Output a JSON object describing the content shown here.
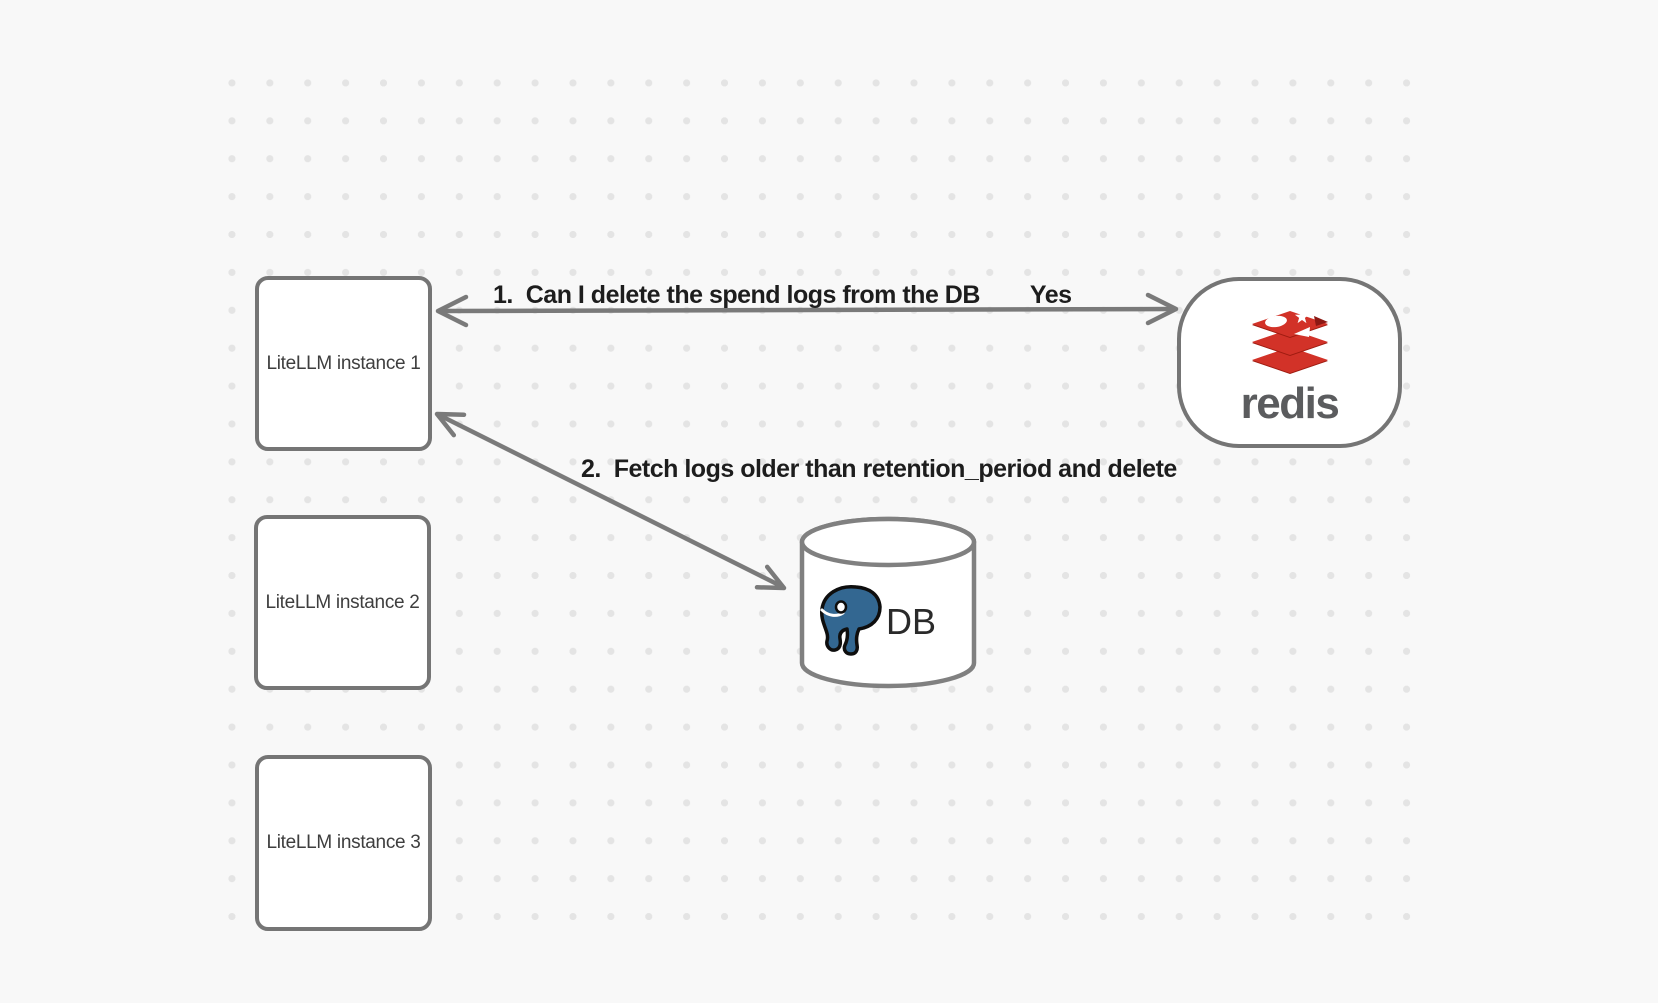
{
  "diagram": {
    "background_color": "#f8f8f8",
    "grid_dot_color": "#e4e4e4",
    "shape_stroke_color": "#757575",
    "arrow_color": "#7a7a7a",
    "label_text_color": "#1d1d1d",
    "nodes": [
      {
        "id": "litellm1",
        "type": "rectangle",
        "label": "LiteLLM instance 1"
      },
      {
        "id": "litellm2",
        "type": "rectangle",
        "label": "LiteLLM instance 2"
      },
      {
        "id": "litellm3",
        "type": "rectangle",
        "label": "LiteLLM instance 3"
      },
      {
        "id": "redis",
        "type": "rounded-container",
        "label": "redis",
        "icon": "redis-stack-icon",
        "brand_red": "#D23228",
        "brand_dark_red": "#9E1B10",
        "wordmark_color": "#5B5C5E"
      },
      {
        "id": "db",
        "type": "cylinder",
        "label": "DB",
        "icon": "postgresql-elephant-icon",
        "elephant_blue": "#336791",
        "outline_black": "#0e0e0e"
      }
    ],
    "arrows": [
      {
        "id": "arrow1",
        "from": "redis",
        "to": "litellm1",
        "style": "double-headed",
        "label": "1.  Can I delete the spend logs from the DB",
        "response": "Yes"
      },
      {
        "id": "arrow2",
        "from": "litellm1",
        "to": "db",
        "style": "double-headed",
        "label": "2.  Fetch logs older than retention_period and delete"
      }
    ]
  }
}
